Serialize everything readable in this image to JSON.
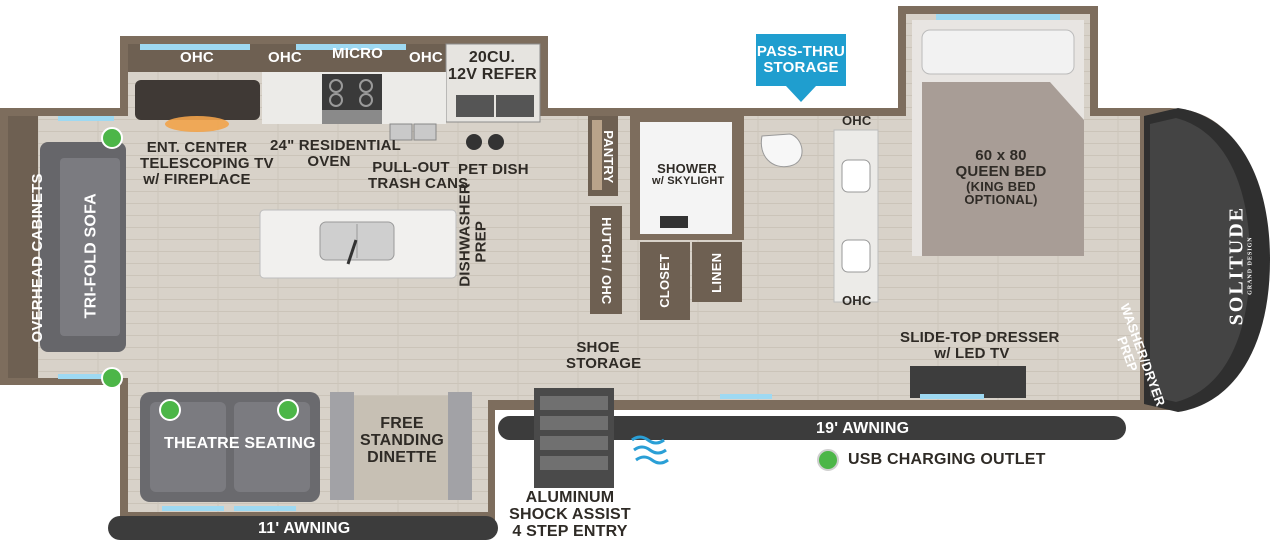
{
  "floorplan": {
    "brand_logo": "SOLITUDE",
    "brand_logo_small": "GRAND DESIGN",
    "labels": {
      "ohc_living": "OHC",
      "ohc_left": "OHC",
      "micro": "MICRO",
      "ohc_right": "OHC",
      "refer_1": "20CU.",
      "refer_2": "12V REFER",
      "pass_thru_1": "PASS-THRU",
      "pass_thru_2": "STORAGE",
      "ohc_bath_top": "OHC",
      "ohc_bath_bottom": "OHC",
      "bed_1": "60 x 80",
      "bed_2": "QUEEN BED",
      "bed_3": "(KING BED",
      "bed_4": "OPTIONAL)",
      "ent_1": "ENT. CENTER",
      "ent_2": "TELESCOPING TV",
      "ent_3": "w/ FIREPLACE",
      "oven_1": "24\" RESIDENTIAL",
      "oven_2": "OVEN",
      "trash_1": "PULL-OUT",
      "trash_2": "TRASH CANS",
      "pet_dish": "PET DISH",
      "pantry": "PANTRY",
      "shower_1": "SHOWER",
      "shower_2": "w/ SKYLIGHT",
      "overhead_cabinets": "OVERHEAD CABINETS",
      "sofa": "TRI-FOLD SOFA",
      "dishwasher_1": "DISHWASHER",
      "dishwasher_2": "PREP",
      "hutch": "HUTCH / OHC",
      "closet": "CLOSET",
      "linen": "LINEN",
      "shoe_1": "SHOE",
      "shoe_2": "STORAGE",
      "dresser_1": "SLIDE-TOP DRESSER",
      "dresser_2": "w/ LED TV",
      "washer_1": "WASHER/DRYER",
      "washer_2": "PREP",
      "theatre": "THEATRE SEATING",
      "dinette_1": "FREE",
      "dinette_2": "STANDING",
      "dinette_3": "DINETTE",
      "awning_19": "19' AWNING",
      "usb_legend": "USB CHARGING OUTLET",
      "entry_1": "ALUMINUM",
      "entry_2": "SHOCK ASSIST",
      "entry_3": "4 STEP ENTRY",
      "awning_11": "11' AWNING"
    },
    "colors": {
      "wall": "#7a6a5a",
      "floor": "#d9d4cc",
      "cabinet": "#6e6052",
      "counter": "#e8e6e2",
      "fixture_white": "#f7f7f7",
      "sofa": "#66666a",
      "bed": "#a89d96",
      "callout_teal": "#1f9ecf",
      "awning": "#3c3c3c",
      "usb_green": "#4cb648",
      "entry_blue": "#2a9fd6",
      "window_blue": "#9ed9f2"
    }
  }
}
